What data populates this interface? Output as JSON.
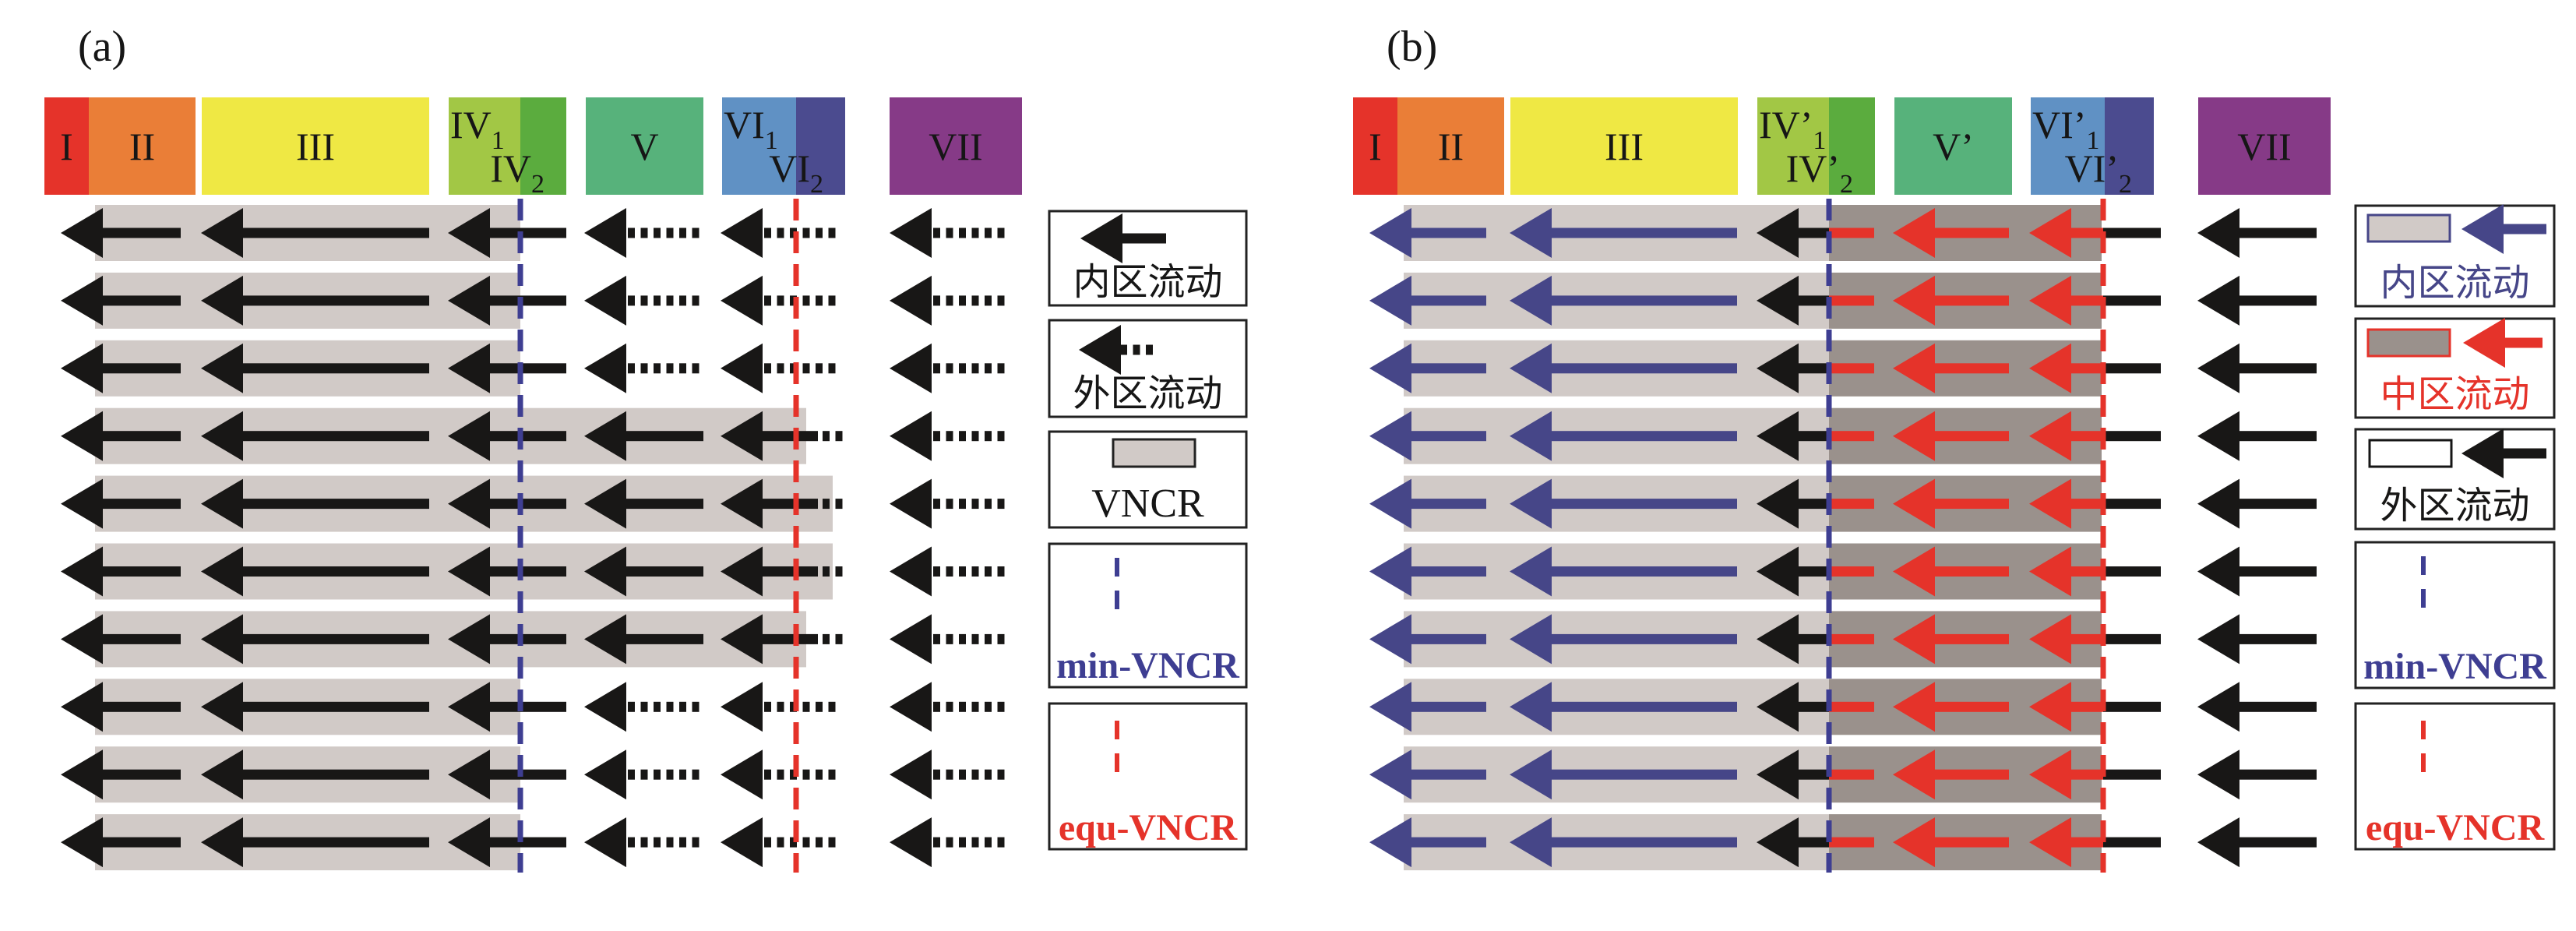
{
  "colors": {
    "zone_I": "#e5332a",
    "zone_II": "#ea7e37",
    "zone_III": "#efe844",
    "zone_IV1": "#a2c745",
    "zone_IV2": "#5bac3e",
    "zone_V": "#57b27b",
    "zone_VI1": "#6091c4",
    "zone_VI2": "#4b4b8f",
    "zone_VII": "#863a87",
    "vncr_band": "#d1cac7",
    "middle_band": "#9a918c",
    "inner_arrow_a": "#181716",
    "inner_arrow_b": "#464688",
    "middle_arrow": "#e5332a",
    "outer_arrow": "#181716",
    "min_vncr_line": "#3e3e92",
    "equ_vncr_line": "#e5332a",
    "legend_border": "#222222"
  },
  "panels": [
    {
      "id": "a",
      "label": "(a)",
      "zones": [
        {
          "key": "I",
          "label": "I",
          "sub": "",
          "color_key": "zone_I"
        },
        {
          "key": "II",
          "label": "II",
          "sub": "",
          "color_key": "zone_II"
        },
        {
          "key": "III",
          "label": "III",
          "sub": "",
          "color_key": "zone_III"
        },
        {
          "key": "IV1",
          "label": "IV",
          "sub": "1",
          "color_key": "zone_IV1"
        },
        {
          "key": "IV2",
          "label": "IV",
          "sub": "2",
          "color_key": "zone_IV2"
        },
        {
          "key": "V",
          "label": "V",
          "sub": "",
          "color_key": "zone_V"
        },
        {
          "key": "VI1",
          "label": "VI",
          "sub": "1",
          "color_key": "zone_VI1"
        },
        {
          "key": "VI2",
          "label": "VI",
          "sub": "2",
          "color_key": "zone_VI2"
        },
        {
          "key": "VII",
          "label": "VII",
          "sub": "",
          "color_key": "zone_VII"
        }
      ],
      "rows": [
        {
          "vncr_extent": "min",
          "flow": [
            "inner",
            "inner",
            "inner",
            "outer",
            "outer",
            "outer"
          ]
        },
        {
          "vncr_extent": "min",
          "flow": [
            "inner",
            "inner",
            "inner",
            "outer",
            "outer",
            "outer"
          ]
        },
        {
          "vncr_extent": "min",
          "flow": [
            "inner",
            "inner",
            "inner",
            "outer",
            "outer",
            "outer"
          ]
        },
        {
          "vncr_extent": "equ",
          "flow": [
            "inner",
            "inner",
            "inner",
            "inner",
            "inner",
            "outer"
          ]
        },
        {
          "vncr_extent": "equ+",
          "flow": [
            "inner",
            "inner",
            "inner",
            "inner",
            "inner",
            "outer"
          ]
        },
        {
          "vncr_extent": "equ+",
          "flow": [
            "inner",
            "inner",
            "inner",
            "inner",
            "inner",
            "outer"
          ]
        },
        {
          "vncr_extent": "equ",
          "flow": [
            "inner",
            "inner",
            "inner",
            "inner",
            "inner",
            "outer"
          ]
        },
        {
          "vncr_extent": "min",
          "flow": [
            "inner",
            "inner",
            "inner",
            "outer",
            "outer",
            "outer"
          ]
        },
        {
          "vncr_extent": "min",
          "flow": [
            "inner",
            "inner",
            "inner",
            "outer",
            "outer",
            "outer"
          ]
        },
        {
          "vncr_extent": "min",
          "flow": [
            "inner",
            "inner",
            "inner",
            "outer",
            "outer",
            "outer"
          ]
        }
      ],
      "legend": [
        {
          "type": "arrow-solid",
          "label": "内区流动",
          "label_color_key": "outer_arrow"
        },
        {
          "type": "arrow-dotted",
          "label": "外区流动",
          "label_color_key": "outer_arrow"
        },
        {
          "type": "band",
          "label": "VNCR",
          "label_color_key": "outer_arrow"
        },
        {
          "type": "line-min",
          "label": "min-VNCR",
          "label_color_key": "min_vncr_line"
        },
        {
          "type": "line-equ",
          "label": "equ-VNCR",
          "label_color_key": "equ_vncr_line"
        }
      ]
    },
    {
      "id": "b",
      "label": "(b)",
      "zones": [
        {
          "key": "I",
          "label": "I",
          "sub": "",
          "color_key": "zone_I"
        },
        {
          "key": "II",
          "label": "II",
          "sub": "",
          "color_key": "zone_II"
        },
        {
          "key": "III",
          "label": "III",
          "sub": "",
          "color_key": "zone_III"
        },
        {
          "key": "IV1",
          "label": "IV’",
          "sub": "1",
          "color_key": "zone_IV1"
        },
        {
          "key": "IV2",
          "label": "IV’",
          "sub": "2",
          "color_key": "zone_IV2"
        },
        {
          "key": "V",
          "label": "V’",
          "sub": "",
          "color_key": "zone_V"
        },
        {
          "key": "VI1",
          "label": "VI’",
          "sub": "1",
          "color_key": "zone_VI1"
        },
        {
          "key": "VI2",
          "label": "VI’",
          "sub": "2",
          "color_key": "zone_VI2"
        },
        {
          "key": "VII",
          "label": "VII",
          "sub": "",
          "color_key": "zone_VII"
        }
      ],
      "rows_count": 10,
      "row_flow": [
        "inner",
        "inner",
        "outer",
        "middle",
        "middle",
        "outer"
      ],
      "legend": [
        {
          "type": "box-inner",
          "label": "内区流动",
          "label_color_key": "inner_arrow_b"
        },
        {
          "type": "box-middle",
          "label": "中区流动",
          "label_color_key": "middle_arrow"
        },
        {
          "type": "box-outer",
          "label": "外区流动",
          "label_color_key": "outer_arrow"
        },
        {
          "type": "line-min",
          "label": "min-VNCR",
          "label_color_key": "min_vncr_line"
        },
        {
          "type": "line-equ",
          "label": "equ-VNCR",
          "label_color_key": "equ_vncr_line"
        }
      ]
    }
  ]
}
